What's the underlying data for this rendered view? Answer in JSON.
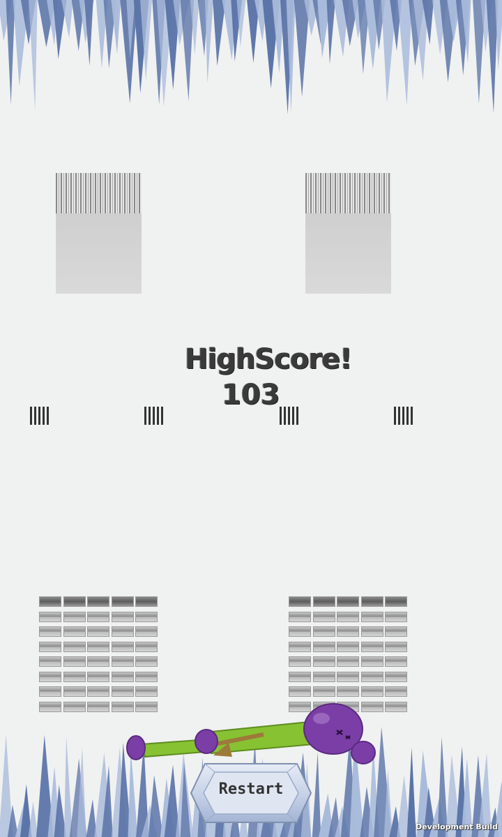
{
  "score": {
    "title": "HighScore!",
    "value": "103"
  },
  "restart_button": {
    "label": "Restart"
  },
  "footer": {
    "dev_build": "Development Build"
  },
  "colors": {
    "background": "#f0f1f1",
    "spike_dark": "#5b74a8",
    "spike_light": "#a9bbdb",
    "character_green": "#86c232",
    "character_purple": "#7b3ea6"
  },
  "icons": {
    "character": "ragdoll-character",
    "spikes": "ice-spikes"
  }
}
